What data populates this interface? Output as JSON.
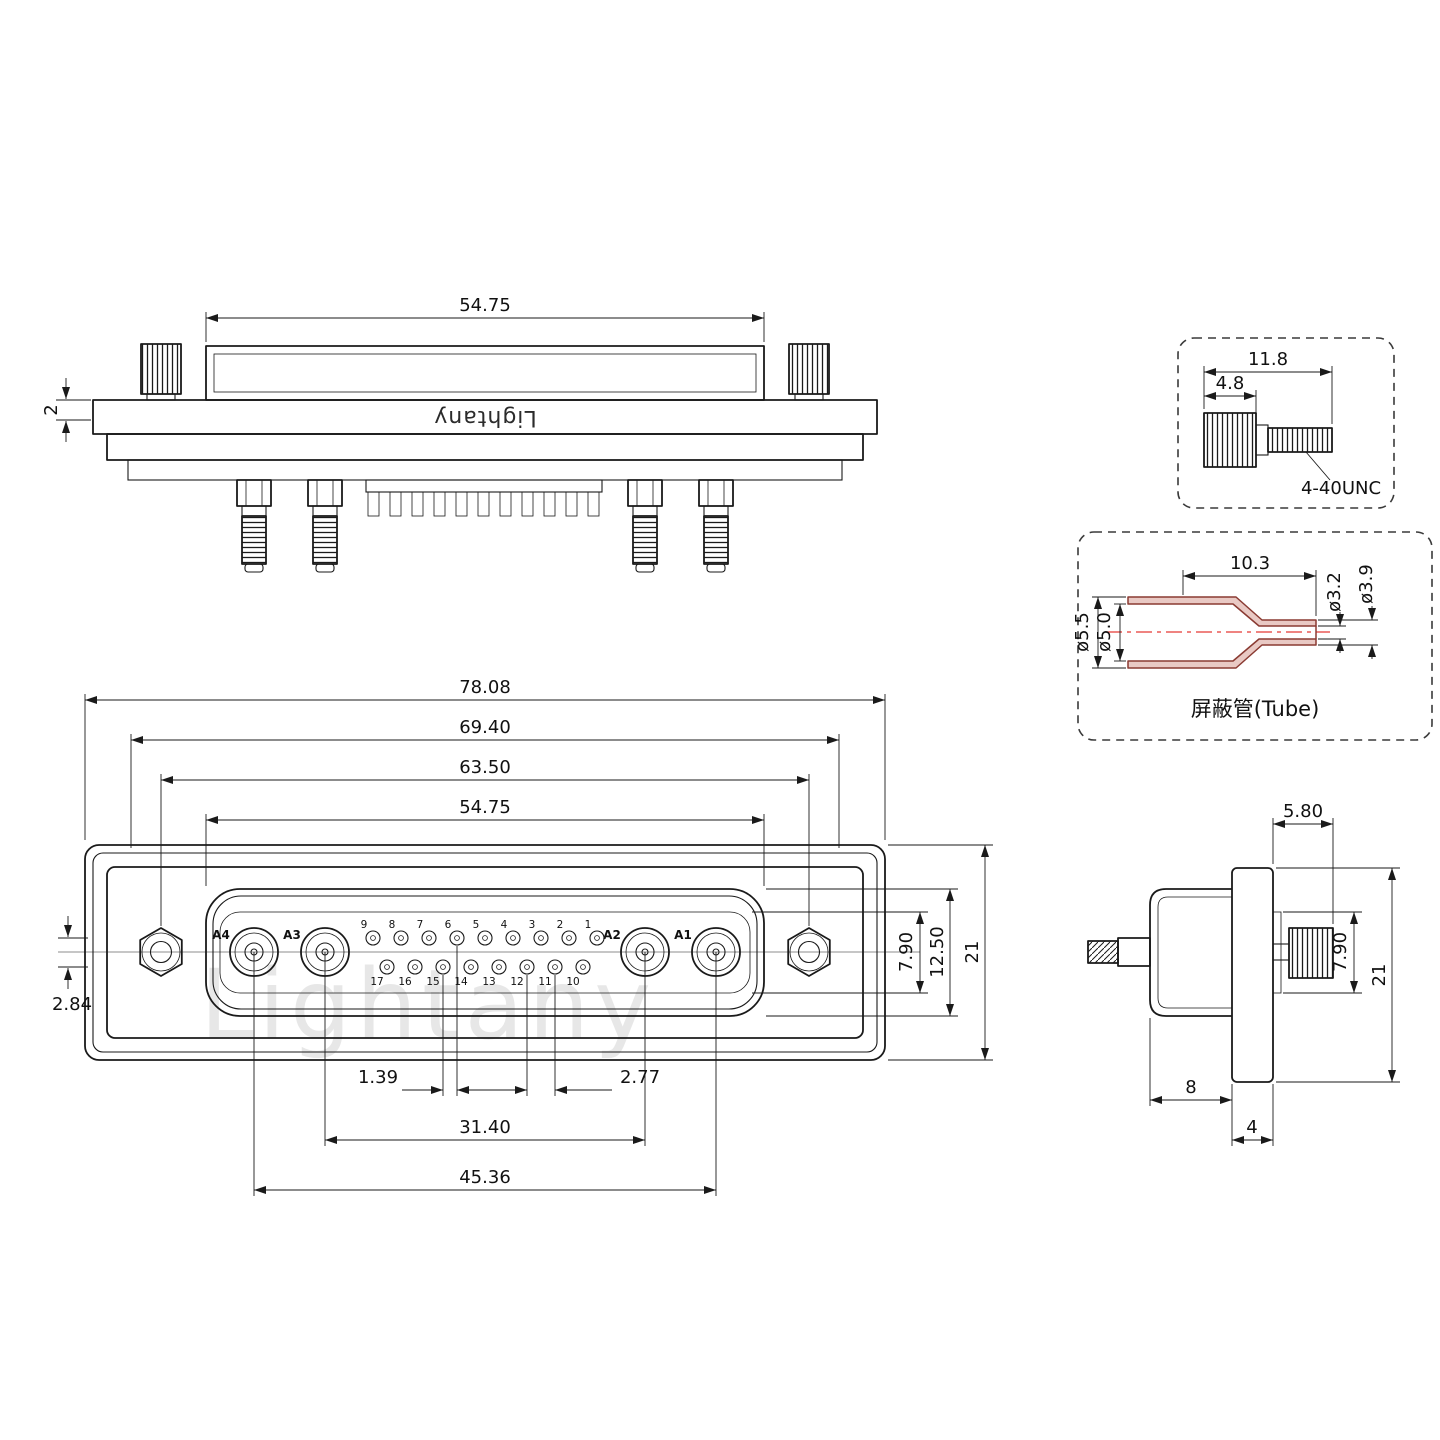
{
  "watermark": "Lightany",
  "top_view": {
    "brand": "Lightany",
    "dim_width": "54.75",
    "dim_thickness": "2"
  },
  "screw_detail": {
    "dim_total_length": "11.8",
    "dim_head_length": "4.8",
    "thread_spec": "4-40UNC"
  },
  "tube_detail": {
    "dim_length": "10.3",
    "dim_inner_small": "ø3.2",
    "dim_outer_small": "ø3.9",
    "dim_outer_large": "ø5.5",
    "dim_inner_large": "ø5.0",
    "label": "屏蔽管(Tube)"
  },
  "front_view": {
    "dim_overall_width": "78.08",
    "dim_body_width": "69.40",
    "dim_screw_span": "63.50",
    "dim_shroud_width": "54.75",
    "dim_shroud_inner_height": "7.90",
    "dim_shroud_outer_height": "12.50",
    "dim_overall_height": "21",
    "dim_row_offset": "2.84",
    "dim_half_pitch": "1.39",
    "dim_pitch": "2.77",
    "dim_a3_a2_span": "31.40",
    "dim_a4_a1_span": "45.36",
    "contacts": [
      "A4",
      "A3",
      "A2",
      "A1"
    ],
    "pins_top": [
      "9",
      "8",
      "7",
      "6",
      "5",
      "4",
      "3",
      "2",
      "1"
    ],
    "pins_bottom": [
      "17",
      "16",
      "15",
      "14",
      "13",
      "12",
      "11",
      "10"
    ]
  },
  "side_view": {
    "dim_screw_protrusion": "5.80",
    "dim_shroud_height": "7.90",
    "dim_overall_height": "21",
    "dim_shroud_depth": "8",
    "dim_flange_thickness": "4"
  }
}
